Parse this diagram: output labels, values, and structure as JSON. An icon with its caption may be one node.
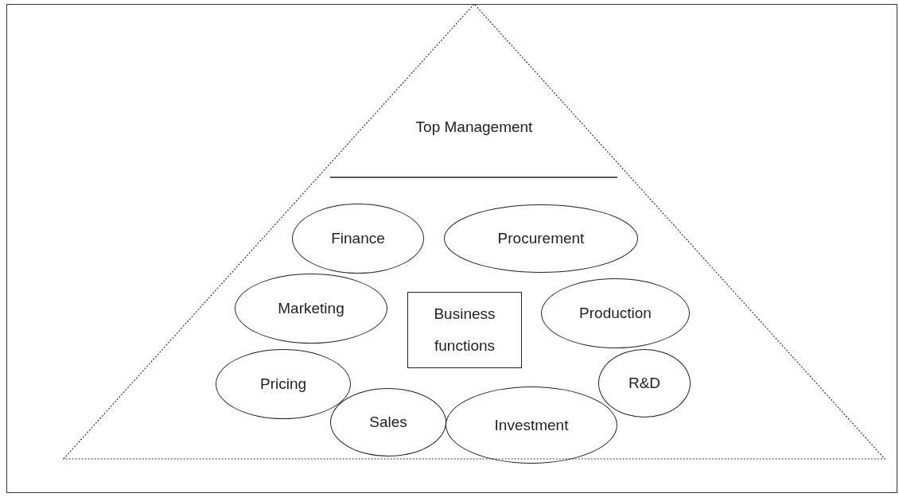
{
  "diagram": {
    "nodes": [
      {
        "text": [
          "Top Management"
        ]
      },
      {
        "text": [
          "Finance"
        ],
        "in": 0
      },
      {
        "text": [
          "Procurement"
        ],
        "in": 0
      },
      {
        "text": [
          "Marketing"
        ],
        "in": 0
      },
      {
        "text": [
          "Business functions"
        ],
        "in": 0
      },
      {
        "text": [
          "Production"
        ],
        "in": 0
      },
      {
        "text": [
          "Pricing"
        ],
        "in": 0
      },
      {
        "text": [
          "R&D"
        ],
        "in": 0
      },
      {
        "text": [
          "Sales"
        ],
        "in": 0
      },
      {
        "text": [
          "Investment"
        ],
        "in": 0
      }
    ]
  }
}
